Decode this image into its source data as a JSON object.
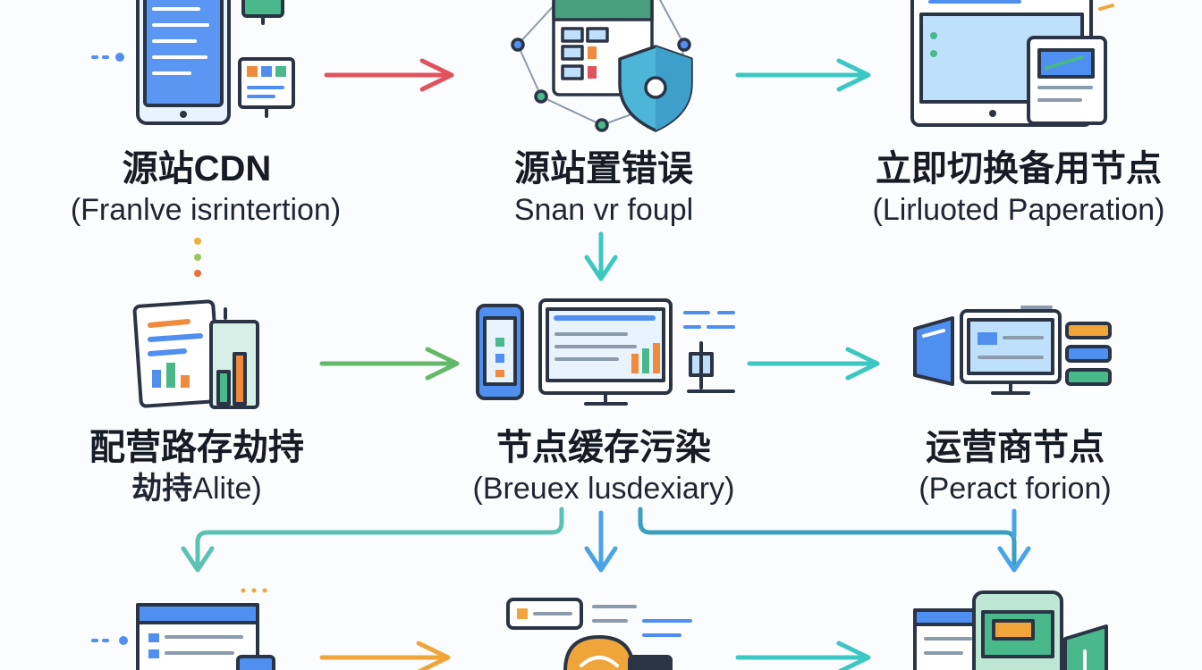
{
  "nodes": [
    {
      "id": "n1",
      "title": "源站CDN",
      "subtitle": "(Franlve isrintertion)"
    },
    {
      "id": "n2",
      "title": "源站置错误",
      "subtitle": "Snan vr foupl"
    },
    {
      "id": "n3",
      "title": "立即切换备用节点",
      "subtitle": "(Lirluoted Paperation)"
    },
    {
      "id": "n4",
      "title": "配营路存劫持",
      "subtitle_bold": "劫持",
      "subtitle": "Alite)"
    },
    {
      "id": "n5",
      "title": "节点缓存污染",
      "subtitle": "(Breuex lusdexiary)"
    },
    {
      "id": "n6",
      "title": "运营商节点",
      "subtitle": "(Peract forion)"
    }
  ],
  "colors": {
    "red_arrow": "#e0535d",
    "teal_arrow": "#3dc7c2",
    "green_arrow": "#63b86a",
    "blue_arrow": "#4aa3e6",
    "orange_arrow": "#f0a53a",
    "icon_outline": "#2b3445",
    "icon_blue": "#4f8ff0",
    "icon_lightblue": "#bfe0fb",
    "icon_green": "#49b88a",
    "icon_orange": "#f08a3c"
  }
}
